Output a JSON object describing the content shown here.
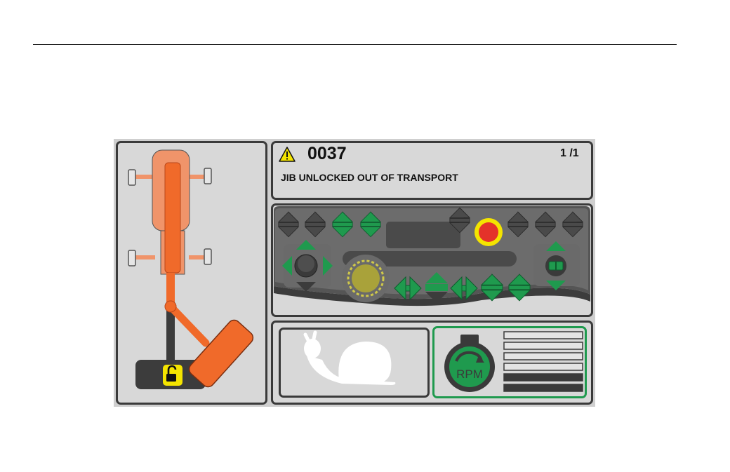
{
  "alarm": {
    "code": "0037",
    "page": "1 /1",
    "message": "JIB UNLOCKED OUT OF TRANSPORT",
    "icon": "warning-triangle-icon"
  },
  "rpm": {
    "label": "RPM",
    "level_bars_total": 6,
    "level_bars_filled": 2
  },
  "colors": {
    "machine_orange": "#f06a2a",
    "machine_light": "#f0946a",
    "active_green": "#1f9a4e",
    "inactive_dark": "#4a4a4a",
    "stop_red": "#e4322a",
    "stop_ring": "#f4e400",
    "lock_yellow": "#f4e400",
    "panel_border": "#3a3a3a"
  }
}
